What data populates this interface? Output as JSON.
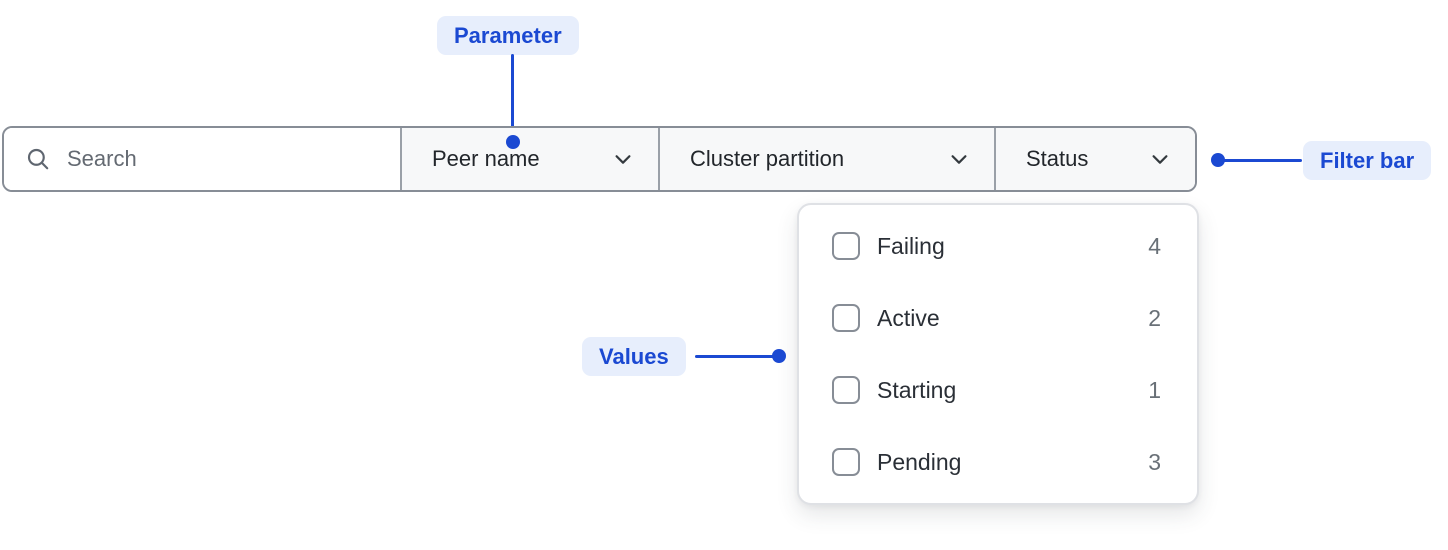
{
  "annotations": {
    "parameter": {
      "label": "Parameter"
    },
    "filter_bar": {
      "label": "Filter bar"
    },
    "values": {
      "label": "Values"
    }
  },
  "filter_bar": {
    "search": {
      "placeholder": "Search",
      "icon": "search-icon"
    },
    "dropdowns": [
      {
        "label": "Peer name",
        "icon": "chevron-down-icon"
      },
      {
        "label": "Cluster partition",
        "icon": "chevron-down-icon"
      },
      {
        "label": "Status",
        "icon": "chevron-down-icon"
      }
    ]
  },
  "status_dropdown": {
    "options": [
      {
        "label": "Failing",
        "count": 4,
        "checked": false
      },
      {
        "label": "Active",
        "count": 2,
        "checked": false
      },
      {
        "label": "Starting",
        "count": 1,
        "checked": false
      },
      {
        "label": "Pending",
        "count": 3,
        "checked": false
      }
    ]
  },
  "colors": {
    "accent_blue": "#1b49d2",
    "badge_bg": "#e7eefc",
    "bar_border": "#878d96",
    "section_bg": "#f7f8f9",
    "text_dark": "#252a31",
    "text_muted": "#697077",
    "panel_border": "#dfe1e5"
  }
}
